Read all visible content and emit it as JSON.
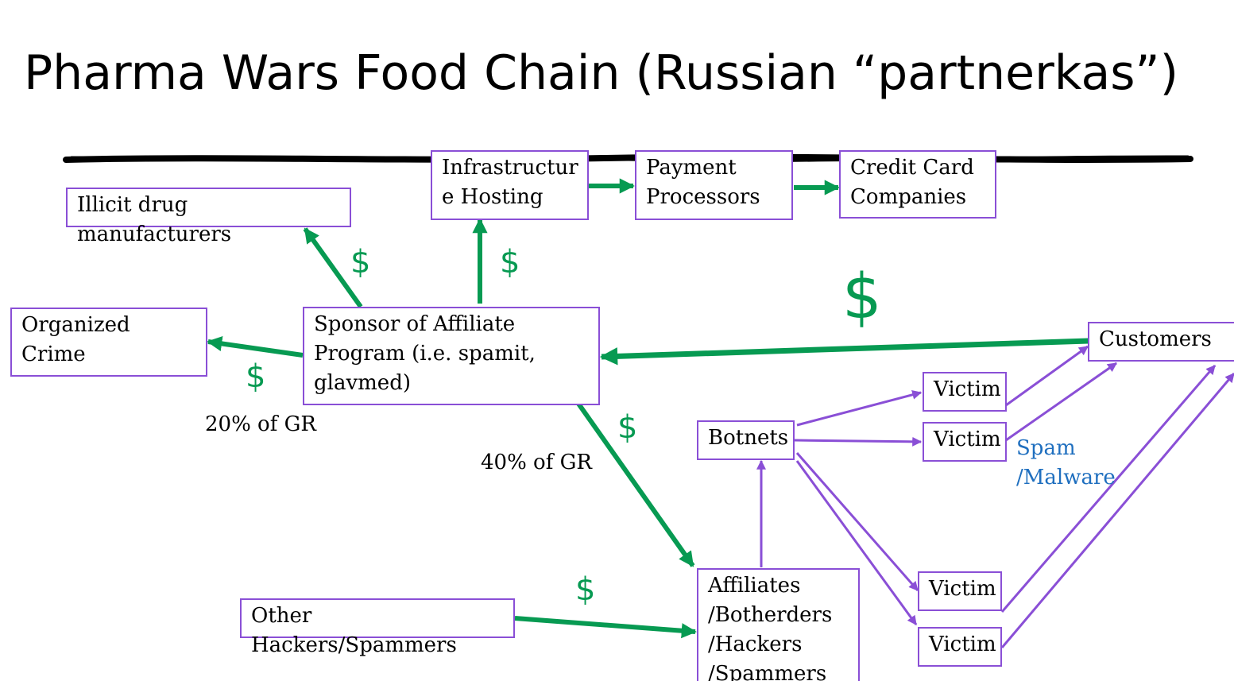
{
  "title": "Pharma Wars Food Chain (Russian “partnerkas”)",
  "colors": {
    "money_arrow": "#079a52",
    "flow_arrow": "#8a4fd6",
    "box_border": "#8a4fd6",
    "note_text": "#1f6fbf"
  },
  "nodes": {
    "hosting": "Infrastructur\ne Hosting",
    "payment": "Payment\nProcessors",
    "credit": "Credit Card\nCompanies",
    "drugs": "Illicit drug\nmanufacturers",
    "crime": "Organized Crime",
    "sponsor": "Sponsor of Affiliate\nProgram (i.e. spamit,\nglavmed)",
    "customers": "Customers",
    "victim1": "Victim",
    "victim2": "Victim",
    "victim3": "Victim",
    "victim4": "Victim",
    "botnets": "Botnets",
    "affiliates": "Affiliates\n/Botherders\n/Hackers\n/Spammers",
    "hackers": "Other Hackers/Spammers"
  },
  "labels": {
    "dollar": "$",
    "pct_crime": "20% of GR",
    "pct_affiliates": "40% of GR",
    "spam_malware": "Spam\n/Malware"
  }
}
